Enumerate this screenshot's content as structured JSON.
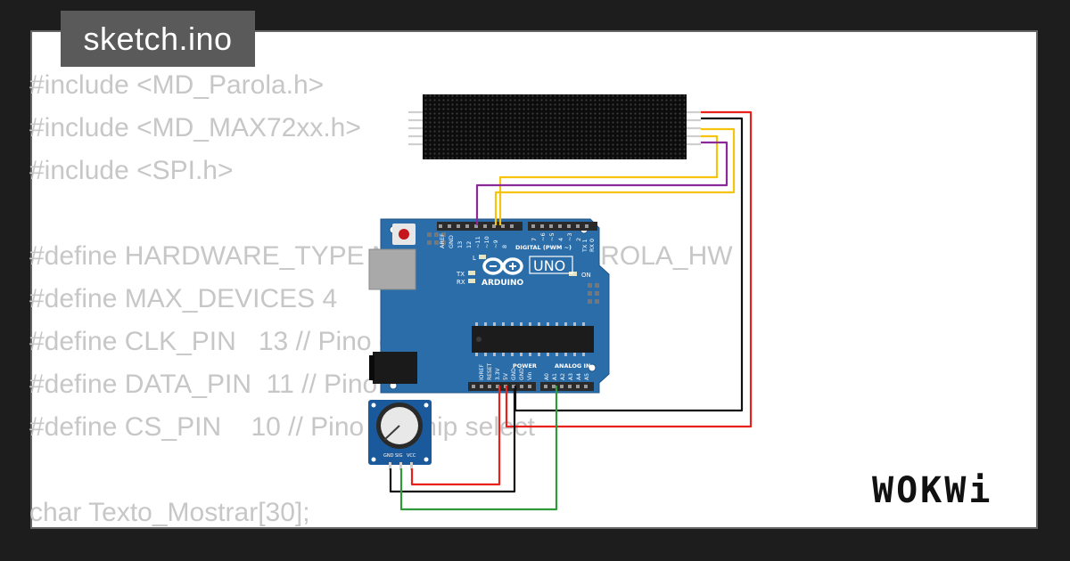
{
  "window": {
    "title": "sketch.ino"
  },
  "code": {
    "lines": [
      "#include <MD_Parola.h>",
      "#include <MD_MAX72xx.h>",
      "#include <SPI.h>",
      "",
      "#define HARDWARE_TYPE MD_MAX72XX::PAROLA_HW",
      "#define MAX_DEVICES 4",
      "#define CLK_PIN   13 // Pino de clock",
      "#define DATA_PIN  11 // Pino de dados",
      "#define CS_PIN    10 // Pino de chip select",
      "",
      "char Texto_Mostrar[30];"
    ]
  },
  "arduino": {
    "brand": "ARDUINO",
    "model": "UNO",
    "digital_label": "DIGITAL (PWM ~)",
    "power_label": "POWER",
    "analog_label": "ANALOG IN",
    "led_l": "L",
    "led_tx": "TX",
    "led_rx": "RX",
    "led_on": "ON",
    "digital_pins": [
      "AREF",
      "GND",
      "13",
      "12",
      "~11",
      "~10",
      "~9",
      "8",
      "7",
      "~6",
      "~5",
      "4",
      "~3",
      "2",
      "TX 1",
      "RX 0"
    ],
    "power_pins": [
      "IOREF",
      "RESET",
      "3.3V",
      "5V",
      "GND",
      "GND",
      "Vin"
    ],
    "analog_pins": [
      "A0",
      "A1",
      "A2",
      "A3",
      "A4",
      "A5"
    ]
  },
  "potentiometer": {
    "pins": [
      "GND",
      "SIG",
      "VCC"
    ]
  },
  "wire_colors": {
    "red": "#e8211d",
    "black": "#111111",
    "yellow": "#f6c40e",
    "purple": "#8a2a99",
    "green": "#2f9a3a"
  },
  "brand_logo": "WOKWi"
}
